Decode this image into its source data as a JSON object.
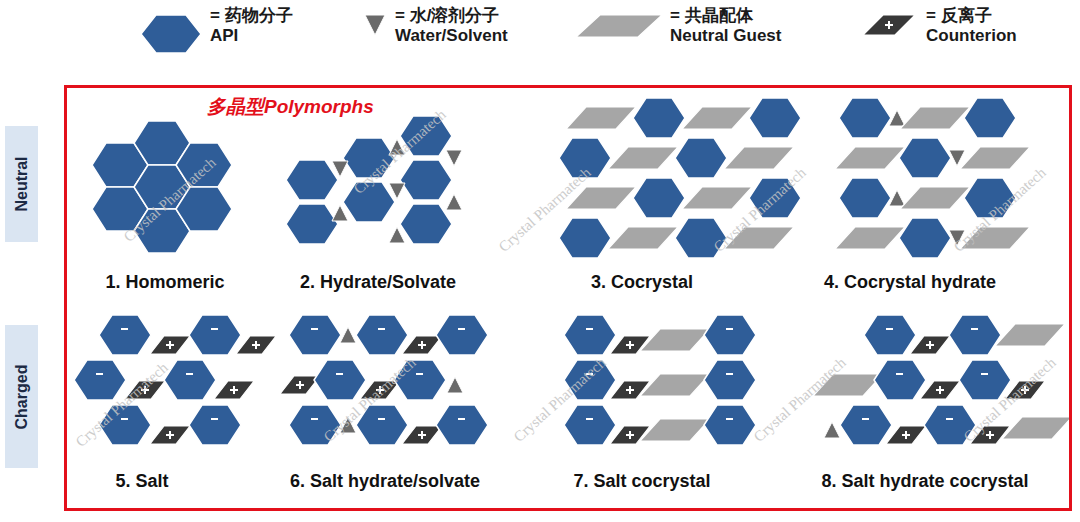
{
  "diagram": {
    "nodes": [
      {
        "text": [
          "多晶型Polymorphs"
        ]
      },
      {
        "text": [
          "Neutral"
        ]
      },
      {
        "text": [
          "Charged"
        ]
      }
    ],
    "labels": [
      "1. Homomeric",
      "2. Hydrate/Solvate",
      "3. Cocrystal",
      "4. Cocrystal hydrate",
      "5. Salt",
      "6. Salt hydrate/solvate",
      "7. Salt cocrystal",
      "8. Salt hydrate cocrystal",
      "Crystal Pharmatech",
      "Crystal Pharmatech",
      "Crystal Pharmatech",
      "Crystal Pharmatech",
      "Crystal Pharmatech",
      "Crystal Pharmatech",
      "Crystal Pharmatech",
      "Crystal Pharmatech",
      "Crystal Pharmatech",
      "Crystal Pharmatech"
    ],
    "legend": [
      {
        "text": "= 药物分子 API",
        "color": "#2f5d98"
      },
      {
        "text": "= 水/溶剂分子 Water/Solvent",
        "color": "#6a6a6a"
      },
      {
        "text": "= 共晶配体 Neutral Guest",
        "color": "#a6a6a6"
      },
      {
        "text": "= 反离子 Counterion",
        "color": "#383838"
      }
    ]
  }
}
